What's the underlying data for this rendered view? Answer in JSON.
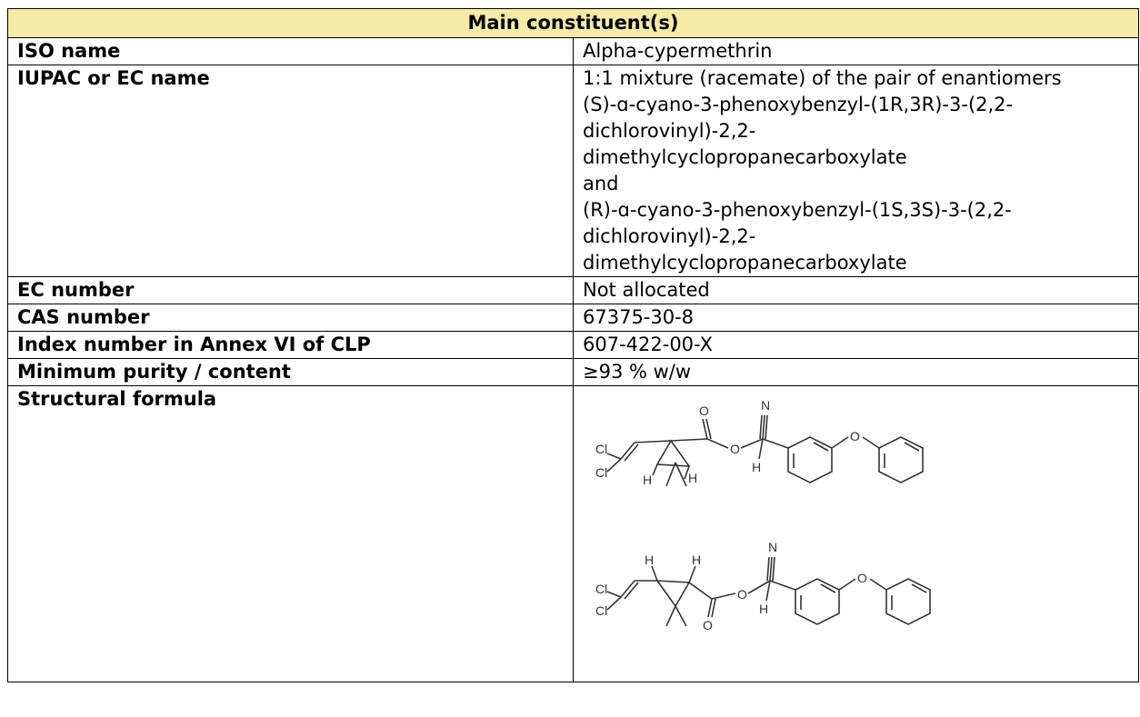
{
  "header": {
    "title": "Main constituent(s)"
  },
  "rows": [
    {
      "label": "ISO name",
      "value_lines": [
        "Alpha-cypermethrin"
      ]
    },
    {
      "label": "IUPAC or EC name",
      "value_lines": [
        "1:1 mixture (racemate) of the pair of enantiomers",
        "(S)-ɑ-cyano-3-phenoxybenzyl-(1R,3R)-3-(2,2-",
        "dichlorovinyl)-2,2-",
        "dimethylcyclopropanecarboxylate",
        "and",
        "(R)-ɑ-cyano-3-phenoxybenzyl-(1S,3S)-3-(2,2-",
        "dichlorovinyl)-2,2-",
        "dimethylcyclopropanecarboxylate"
      ]
    },
    {
      "label": "EC number",
      "value_lines": [
        "Not allocated"
      ]
    },
    {
      "label": "CAS number",
      "value_lines": [
        "67375-30-8"
      ]
    },
    {
      "label": "Index number in Annex VI of CLP",
      "value_lines": [
        "607-422-00-X"
      ]
    },
    {
      "label": "Minimum purity / content",
      "value_lines": [
        "≥93 % w/w"
      ]
    }
  ],
  "structural": {
    "label": "Structural formula",
    "atom_labels": {
      "cl": "Cl",
      "h": "H",
      "o": "O",
      "n": "N"
    }
  },
  "colors": {
    "header_bg": "#f5eba7",
    "border": "#000000"
  }
}
